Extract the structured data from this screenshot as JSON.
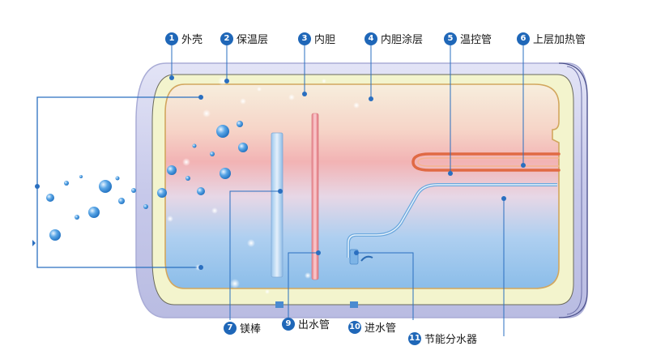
{
  "labels": [
    {
      "num": "1",
      "text": "外壳"
    },
    {
      "num": "2",
      "text": "保温层"
    },
    {
      "num": "3",
      "text": "内胆"
    },
    {
      "num": "4",
      "text": "内胆涂层"
    },
    {
      "num": "5",
      "text": "温控管"
    },
    {
      "num": "6",
      "text": "上层加热管"
    },
    {
      "num": "7",
      "text": "镁棒"
    },
    {
      "num": "9",
      "text": "出水管"
    },
    {
      "num": "10",
      "text": "进水管"
    },
    {
      "num": "11",
      "text": "节能分水器"
    }
  ],
  "colors": {
    "badge": "#1f67b8",
    "leader_line": "#2a6fc0",
    "shell": "#c9cbe8",
    "insulation": "#f1f2c6",
    "tank_warm": "#f3b7b8",
    "tank_cool": "#9cc6ee",
    "heating_tube": "#e06a44",
    "outlet_pipe": "#f08a92"
  }
}
